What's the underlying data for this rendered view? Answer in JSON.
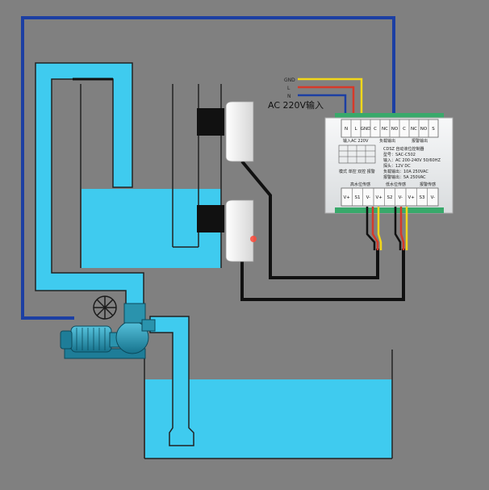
{
  "colors": {
    "background": "#808080",
    "water": "#3fcbef",
    "pipe_outline": "#222222",
    "wire_blue": "#1c3fa3",
    "wire_red": "#d63a2a",
    "wire_yellow": "#f2d71a",
    "wire_black": "#111111",
    "controller_body": "#eef0f1",
    "controller_rail": "#39a96b",
    "sensor_body": "#f4f4f4",
    "pump_body": "#2d9bb8"
  },
  "power_input": {
    "label": "AC 220V输入",
    "wires": [
      "GND",
      "L",
      "N"
    ]
  },
  "controller": {
    "top_terminals": [
      "N",
      "L",
      "GND",
      "C",
      "NC",
      "NO",
      "C",
      "NC",
      "NO",
      "S"
    ],
    "power_section_label": "输入AC 220V",
    "relay1_label": "负载输出",
    "relay2_label": "报警输出",
    "model_title": "CDSZ 自动液位控制器",
    "model_no": "型号：SAC-C502",
    "spec_input": "输入：AC 200-240V 50/60HZ",
    "spec_probe": "探头：12V DC",
    "spec_load": "负载输出：10A 250VAC",
    "spec_alarm": "报警输出：5A 250VAC",
    "mode_line": "模式  单控  双控  报警",
    "bottom_terminals": [
      "V+",
      "S1",
      "V-",
      "V+",
      "S2",
      "V-",
      "V+",
      "S3",
      "V-"
    ],
    "bottom_groups": [
      "高水位传感",
      "低水位传感",
      "报警传感"
    ]
  },
  "icons": {
    "pump": "water-pump-icon",
    "sensor": "capacitive-level-sensor-icon"
  }
}
